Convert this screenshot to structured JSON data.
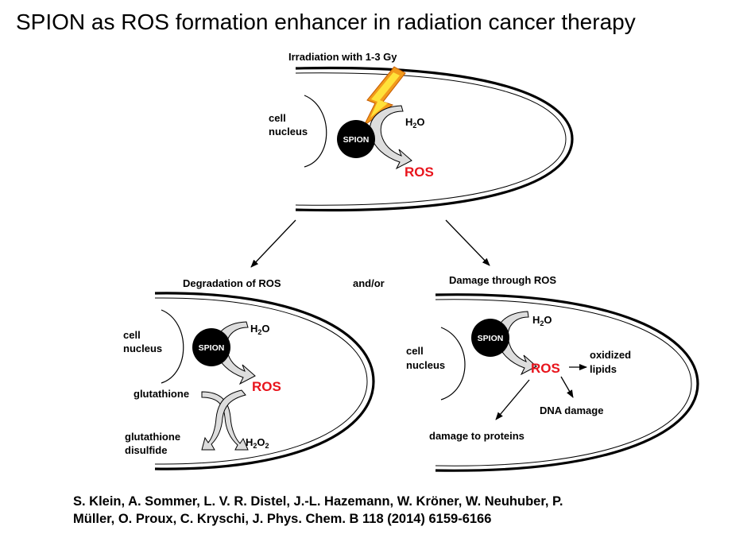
{
  "title": "SPION as ROS formation enhancer in radiation cancer therapy",
  "reference": {
    "line1": "S.  Klein, A. Sommer, L. V. R.  Distel, J.-L.  Hazemann, W.  Kröner, W.  Neuhuber, P.",
    "line2": "Müller, O.  Proux, C. Kryschi, J. Phys. Chem. B 118 (2014) 6159-6166"
  },
  "top_panel": {
    "irradiation": "Irradiation with 1-3 Gy",
    "nucleus_line1": "cell",
    "nucleus_line2": "nucleus",
    "spion": "SPION",
    "water": "H",
    "water_sub": "2",
    "water_o": "O",
    "ros": "ROS"
  },
  "left_panel": {
    "heading": "Degradation of ROS",
    "nucleus_line1": "cell",
    "nucleus_line2": "nucleus",
    "spion": "SPION",
    "water": "H",
    "water_sub": "2",
    "water_o": "O",
    "ros": "ROS",
    "glutathione": "glutathione",
    "disulfide_line1": "glutathione",
    "disulfide_line2": "disulfide",
    "peroxide": "H",
    "peroxide_sub1": "2",
    "peroxide_o": "O",
    "peroxide_sub2": "2"
  },
  "connector": "and/or",
  "right_panel": {
    "heading": "Damage through ROS",
    "nucleus_line1": "cell",
    "nucleus_line2": "nucleus",
    "spion": "SPION",
    "water": "H",
    "water_sub": "2",
    "water_o": "O",
    "ros": "ROS",
    "lipids_line1": "oxidized",
    "lipids_line2": "lipids",
    "dna": "DNA damage",
    "proteins": "damage to proteins"
  },
  "colors": {
    "ros": "#e8141c",
    "spion": "#000000",
    "bolt_outer": "#f29a1b",
    "bolt_inner": "#ffe23a"
  }
}
